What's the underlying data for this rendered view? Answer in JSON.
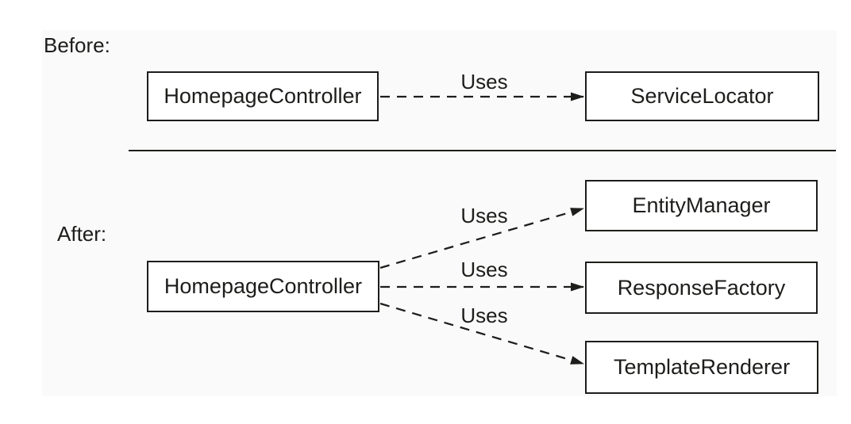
{
  "diagram": {
    "section_labels": {
      "before": "Before:",
      "after": "After:"
    },
    "before": {
      "source": "HomepageController",
      "target": "ServiceLocator",
      "edges": [
        {
          "from": "HomepageController",
          "to": "ServiceLocator",
          "label": "Uses",
          "style": "dashed-arrow"
        }
      ]
    },
    "after": {
      "source": "HomepageController",
      "targets": [
        "EntityManager",
        "ResponseFactory",
        "TemplateRenderer"
      ],
      "edges": [
        {
          "from": "HomepageController",
          "to": "EntityManager",
          "label": "Uses",
          "style": "dashed-arrow"
        },
        {
          "from": "HomepageController",
          "to": "ResponseFactory",
          "label": "Uses",
          "style": "dashed-arrow"
        },
        {
          "from": "HomepageController",
          "to": "TemplateRenderer",
          "label": "Uses",
          "style": "dashed-arrow"
        }
      ]
    },
    "colors": {
      "stroke": "#1d1d1b",
      "box_fill": "#ffffff",
      "background": "#ffffff"
    }
  }
}
